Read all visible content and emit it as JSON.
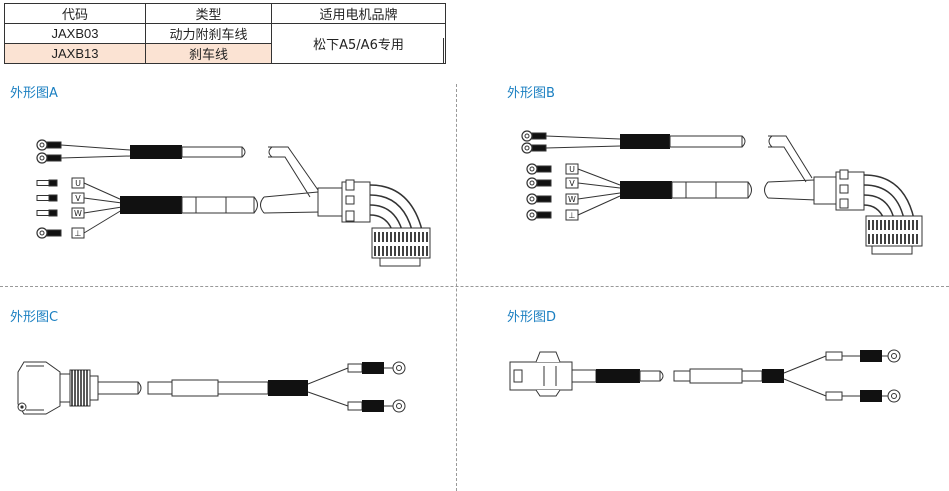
{
  "table": {
    "headers": [
      "代码",
      "类型",
      "适用电机品牌"
    ],
    "rows": [
      {
        "code": "JAXB03",
        "type": "动力附刹车线"
      },
      {
        "code": "JAXB13",
        "type": "刹车线"
      }
    ],
    "brand": "松下A5/A6专用"
  },
  "figures": {
    "a": {
      "title": "外形图A"
    },
    "b": {
      "title": "外形图B"
    },
    "c": {
      "title": "外形图C"
    },
    "d": {
      "title": "外形图D"
    }
  },
  "wire_marks": [
    "U",
    "V",
    "W",
    "⊥"
  ],
  "colors": {
    "title_blue": "#1a7fc1",
    "highlight_row": "#fbe3d3"
  }
}
